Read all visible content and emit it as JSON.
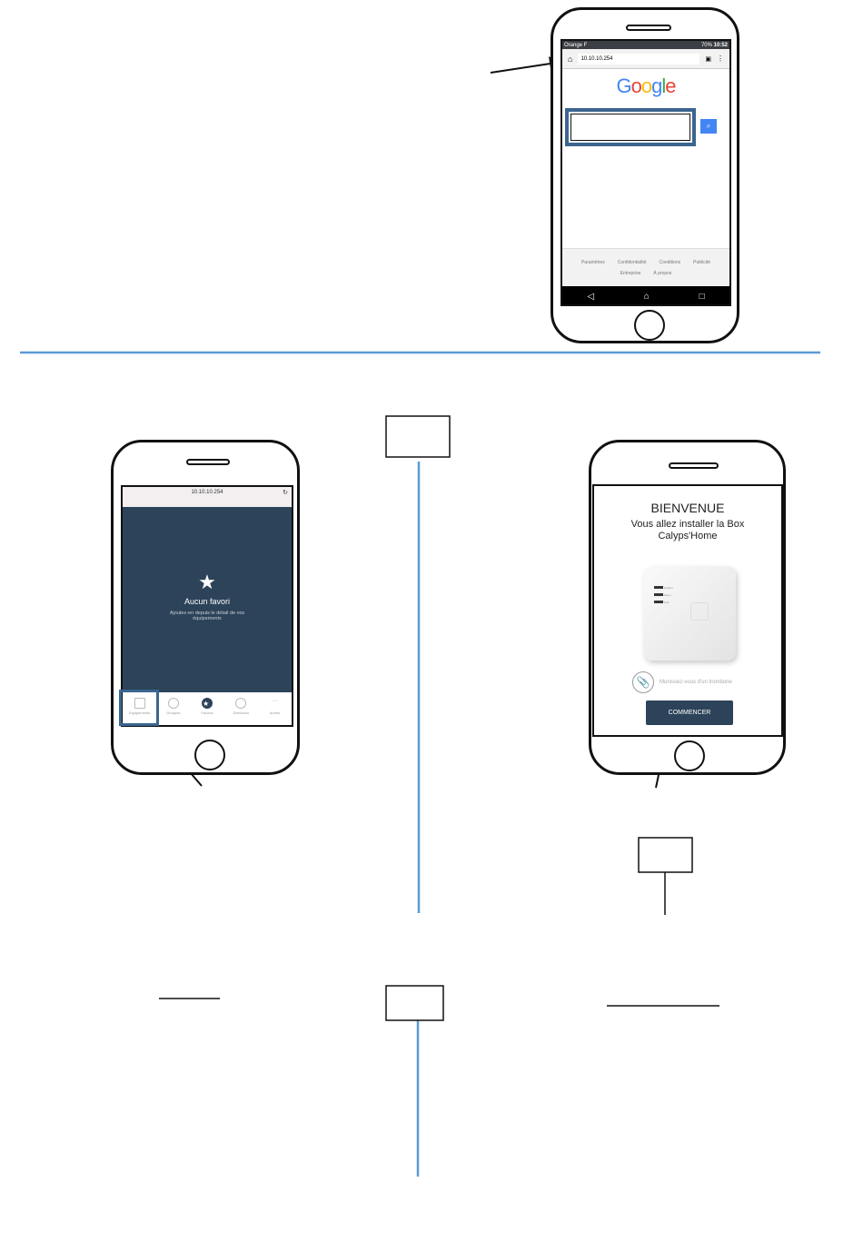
{
  "top_phone": {
    "status": {
      "carrier": "Orange F",
      "battery": "70%",
      "time": "10:52"
    },
    "url": "10.10.10.254",
    "logo": "Google",
    "footer_links": [
      "Paramètres",
      "Confidentialité",
      "Conditions",
      "Publicité",
      "Entreprise",
      "À propos"
    ]
  },
  "left_phone": {
    "url": "10.10.10.254",
    "empty_title": "Aucun favori",
    "empty_text": "Ajoutez-en depuis le détail de vos équipements",
    "tabs": [
      {
        "label": "Equipements"
      },
      {
        "label": "Groupes"
      },
      {
        "label": "Favoris"
      },
      {
        "label": "Scénarios"
      },
      {
        "label": "Autres"
      }
    ]
  },
  "right_phone": {
    "title": "BIENVENUE",
    "subtitle": "Vous allez installer la Box Calyps'Home",
    "box_leds": [
      "System",
      "Alarm",
      "Link"
    ],
    "hint": "Munissez-vous d'un trombone",
    "start_button": "COMMENCER"
  },
  "colors": {
    "accent": "#5b9bd5",
    "highlight": "#3a6690",
    "app_bg": "#2c4359"
  }
}
